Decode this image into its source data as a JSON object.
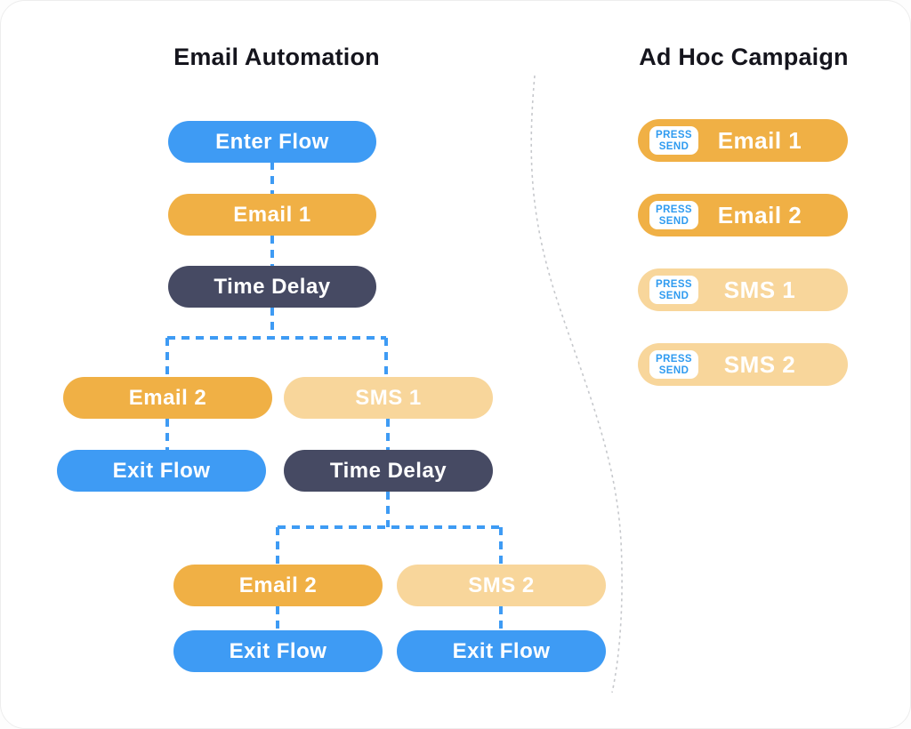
{
  "colors": {
    "pill_blue": "#3e9bf4",
    "pill_orange": "#f0b045",
    "pill_tan": "#f8d69b",
    "pill_navy": "#464a63",
    "connector_blue": "#3e9bf4",
    "separator_gray": "#c6c8cc",
    "title_text": "#15151d",
    "badge_background": "#ffffff",
    "badge_text_blue": "#2f9bf0",
    "pill_text": "#ffffff"
  },
  "left": {
    "title": "Email Automation",
    "nodes": [
      {
        "id": "enter-flow",
        "label": "Enter Flow",
        "variant": "blue"
      },
      {
        "id": "email-1",
        "label": "Email 1",
        "variant": "orange"
      },
      {
        "id": "time-delay-1",
        "label": "Time Delay",
        "variant": "navy"
      },
      {
        "id": "email-2a",
        "label": "Email 2",
        "variant": "orange"
      },
      {
        "id": "sms-1",
        "label": "SMS 1",
        "variant": "tan"
      },
      {
        "id": "exit-flow-a",
        "label": "Exit Flow",
        "variant": "blue"
      },
      {
        "id": "time-delay-2",
        "label": "Time Delay",
        "variant": "navy"
      },
      {
        "id": "email-2b",
        "label": "Email 2",
        "variant": "orange"
      },
      {
        "id": "sms-2",
        "label": "SMS 2",
        "variant": "tan"
      },
      {
        "id": "exit-flow-b",
        "label": "Exit Flow",
        "variant": "blue"
      },
      {
        "id": "exit-flow-c",
        "label": "Exit Flow",
        "variant": "blue"
      }
    ]
  },
  "right": {
    "title": "Ad Hoc Campaign",
    "badge": {
      "line1": "PRESS",
      "line2": "SEND"
    },
    "items": [
      {
        "label": "Email 1",
        "variant": "orange"
      },
      {
        "label": "Email 2",
        "variant": "orange"
      },
      {
        "label": "SMS 1",
        "variant": "tan"
      },
      {
        "label": "SMS 2",
        "variant": "tan"
      }
    ]
  }
}
